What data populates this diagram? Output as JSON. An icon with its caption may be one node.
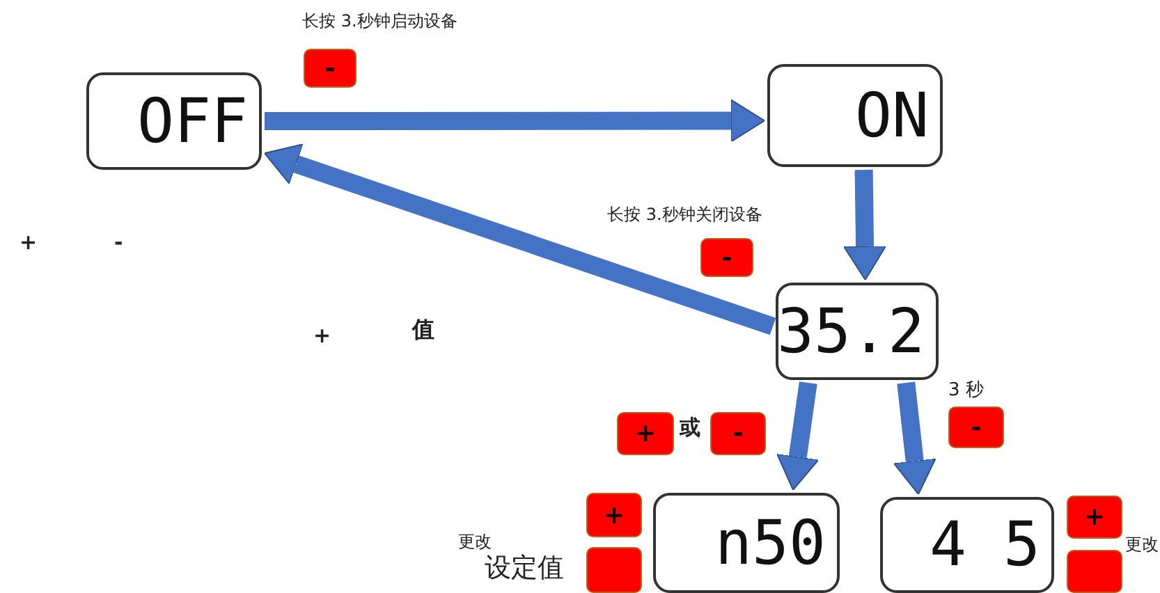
{
  "diagram": {
    "nodes": [
      {
        "text": [
          "-"
        ]
      },
      {
        "text": [
          "OFF"
        ]
      },
      {
        "text": [
          "ON"
        ]
      },
      {
        "text": [
          "-"
        ]
      },
      {
        "text": [
          "35.2"
        ]
      },
      {
        "text": [
          "+"
        ]
      },
      {
        "text": [
          "-"
        ]
      },
      {
        "text": [
          "-"
        ]
      },
      {
        "text": [
          "+"
        ]
      },
      {
        "text": [
          "n50"
        ]
      },
      {
        "text": [
          "4 5"
        ]
      },
      {
        "text": [
          "+"
        ]
      },
      {
        "text": [],
        "shape": "box"
      },
      {
        "text": [],
        "shape": "box"
      }
    ],
    "edges": [
      {
        "from": 1,
        "to": 2,
        "arrow": "to"
      },
      {
        "from": 2,
        "to": 4,
        "arrow": "to"
      },
      {
        "from": 4,
        "to": 1,
        "arrow": "to"
      },
      {
        "from": 4,
        "to": 9,
        "arrow": "to"
      },
      {
        "from": 4,
        "to": 10,
        "arrow": "to"
      }
    ],
    "labels": [
      "长按 3.秒钟启动设备",
      "+",
      "-",
      "长按 3.秒钟关闭设备",
      "+",
      "值",
      "或",
      "3 秒",
      "更改",
      "设定值",
      "更改"
    ]
  }
}
